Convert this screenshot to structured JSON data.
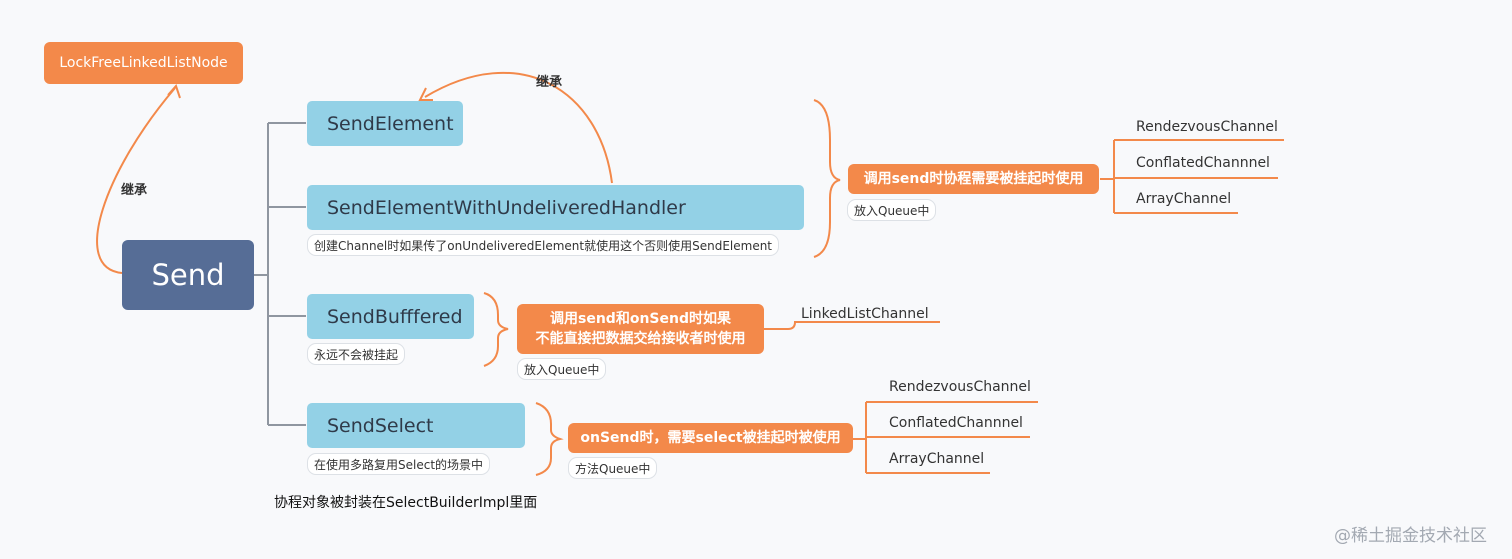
{
  "root": {
    "label": "Send"
  },
  "parent_class": {
    "label": "LockFreeLinkedListNode"
  },
  "inherit_label_left": "继承",
  "inherit_label_top": "继承",
  "branches": {
    "send_element": {
      "label": "SendElement"
    },
    "send_element_with_handler": {
      "label": "SendElementWithUndeliveredHandler",
      "note": "创建Channel时如果传了onUndeliveredElement就使用这个否则使用SendElement"
    },
    "send_buffered": {
      "label": "SendBufffered",
      "note": "永远不会被挂起"
    },
    "send_select": {
      "label": "SendSelect",
      "note": "在使用多路复用Select的场景中"
    }
  },
  "groups": {
    "suspend": {
      "label": "调用send时协程需要被挂起时使用",
      "note": "放入Queue中",
      "channels": [
        "RendezvousChannel",
        "ConflatedChannnel",
        "ArrayChannel"
      ]
    },
    "buffered": {
      "label_line1": "调用send和onSend时如果",
      "label_line2": "不能直接把数据交给接收者时使用",
      "note": "放入Queue中",
      "channels": [
        "LinkedListChannel"
      ]
    },
    "select": {
      "label": "onSend时，需要select被挂起时被使用",
      "note": "方法Queue中",
      "channels": [
        "RendezvousChannel",
        "ConflatedChannnel",
        "ArrayChannel"
      ]
    }
  },
  "footnote": "协程对象被封装在SelectBuilderImpl里面",
  "watermark": "@稀土掘金技术社区",
  "colors": {
    "root": "#566d96",
    "topic": "#93d1e6",
    "accent": "#f3894a",
    "connector": "#8f96a0"
  }
}
